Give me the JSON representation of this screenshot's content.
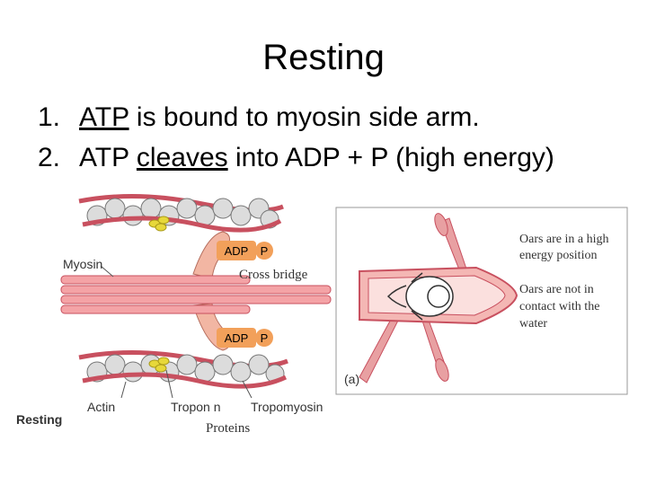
{
  "slide": {
    "title": "Resting",
    "bullets": [
      {
        "number": "1.",
        "pre": "",
        "underlined": "ATP",
        "post": " is bound to myosin side arm."
      },
      {
        "number": "2.",
        "pre": "ATP ",
        "underlined": "cleaves",
        "post": " into ADP + P (high energy)"
      }
    ]
  },
  "muscle_diagram": {
    "labels": {
      "myosin": "Myosin",
      "cross_bridge": "Cross bridge",
      "adp_top": "ADP",
      "p_top": "P",
      "adp_bottom": "ADP",
      "p_bottom": "P",
      "actin": "Actin",
      "troponin": "Tropon n",
      "tropomyosin": "Tropomyosin",
      "proteins": "Proteins",
      "state": "Resting"
    },
    "colors": {
      "filament": "#f4a3a6",
      "strand": "#c8505f",
      "head": "#f2b6a3",
      "adp": "#f2a05a",
      "atp_dot": "#e7d83a"
    }
  },
  "boat_diagram": {
    "labels": {
      "oars_high": "Oars are in a high energy position",
      "oars_high_line1": "Oars are in a high",
      "oars_high_line2": "energy position",
      "oars_not_line1": "Oars are not in",
      "oars_not_line2": "contact with the",
      "oars_not_line3": "water",
      "panel": "(a)"
    },
    "colors": {
      "boat": "#f4b7b4",
      "oar": "#e8a0a2",
      "frame": "#999999"
    }
  }
}
